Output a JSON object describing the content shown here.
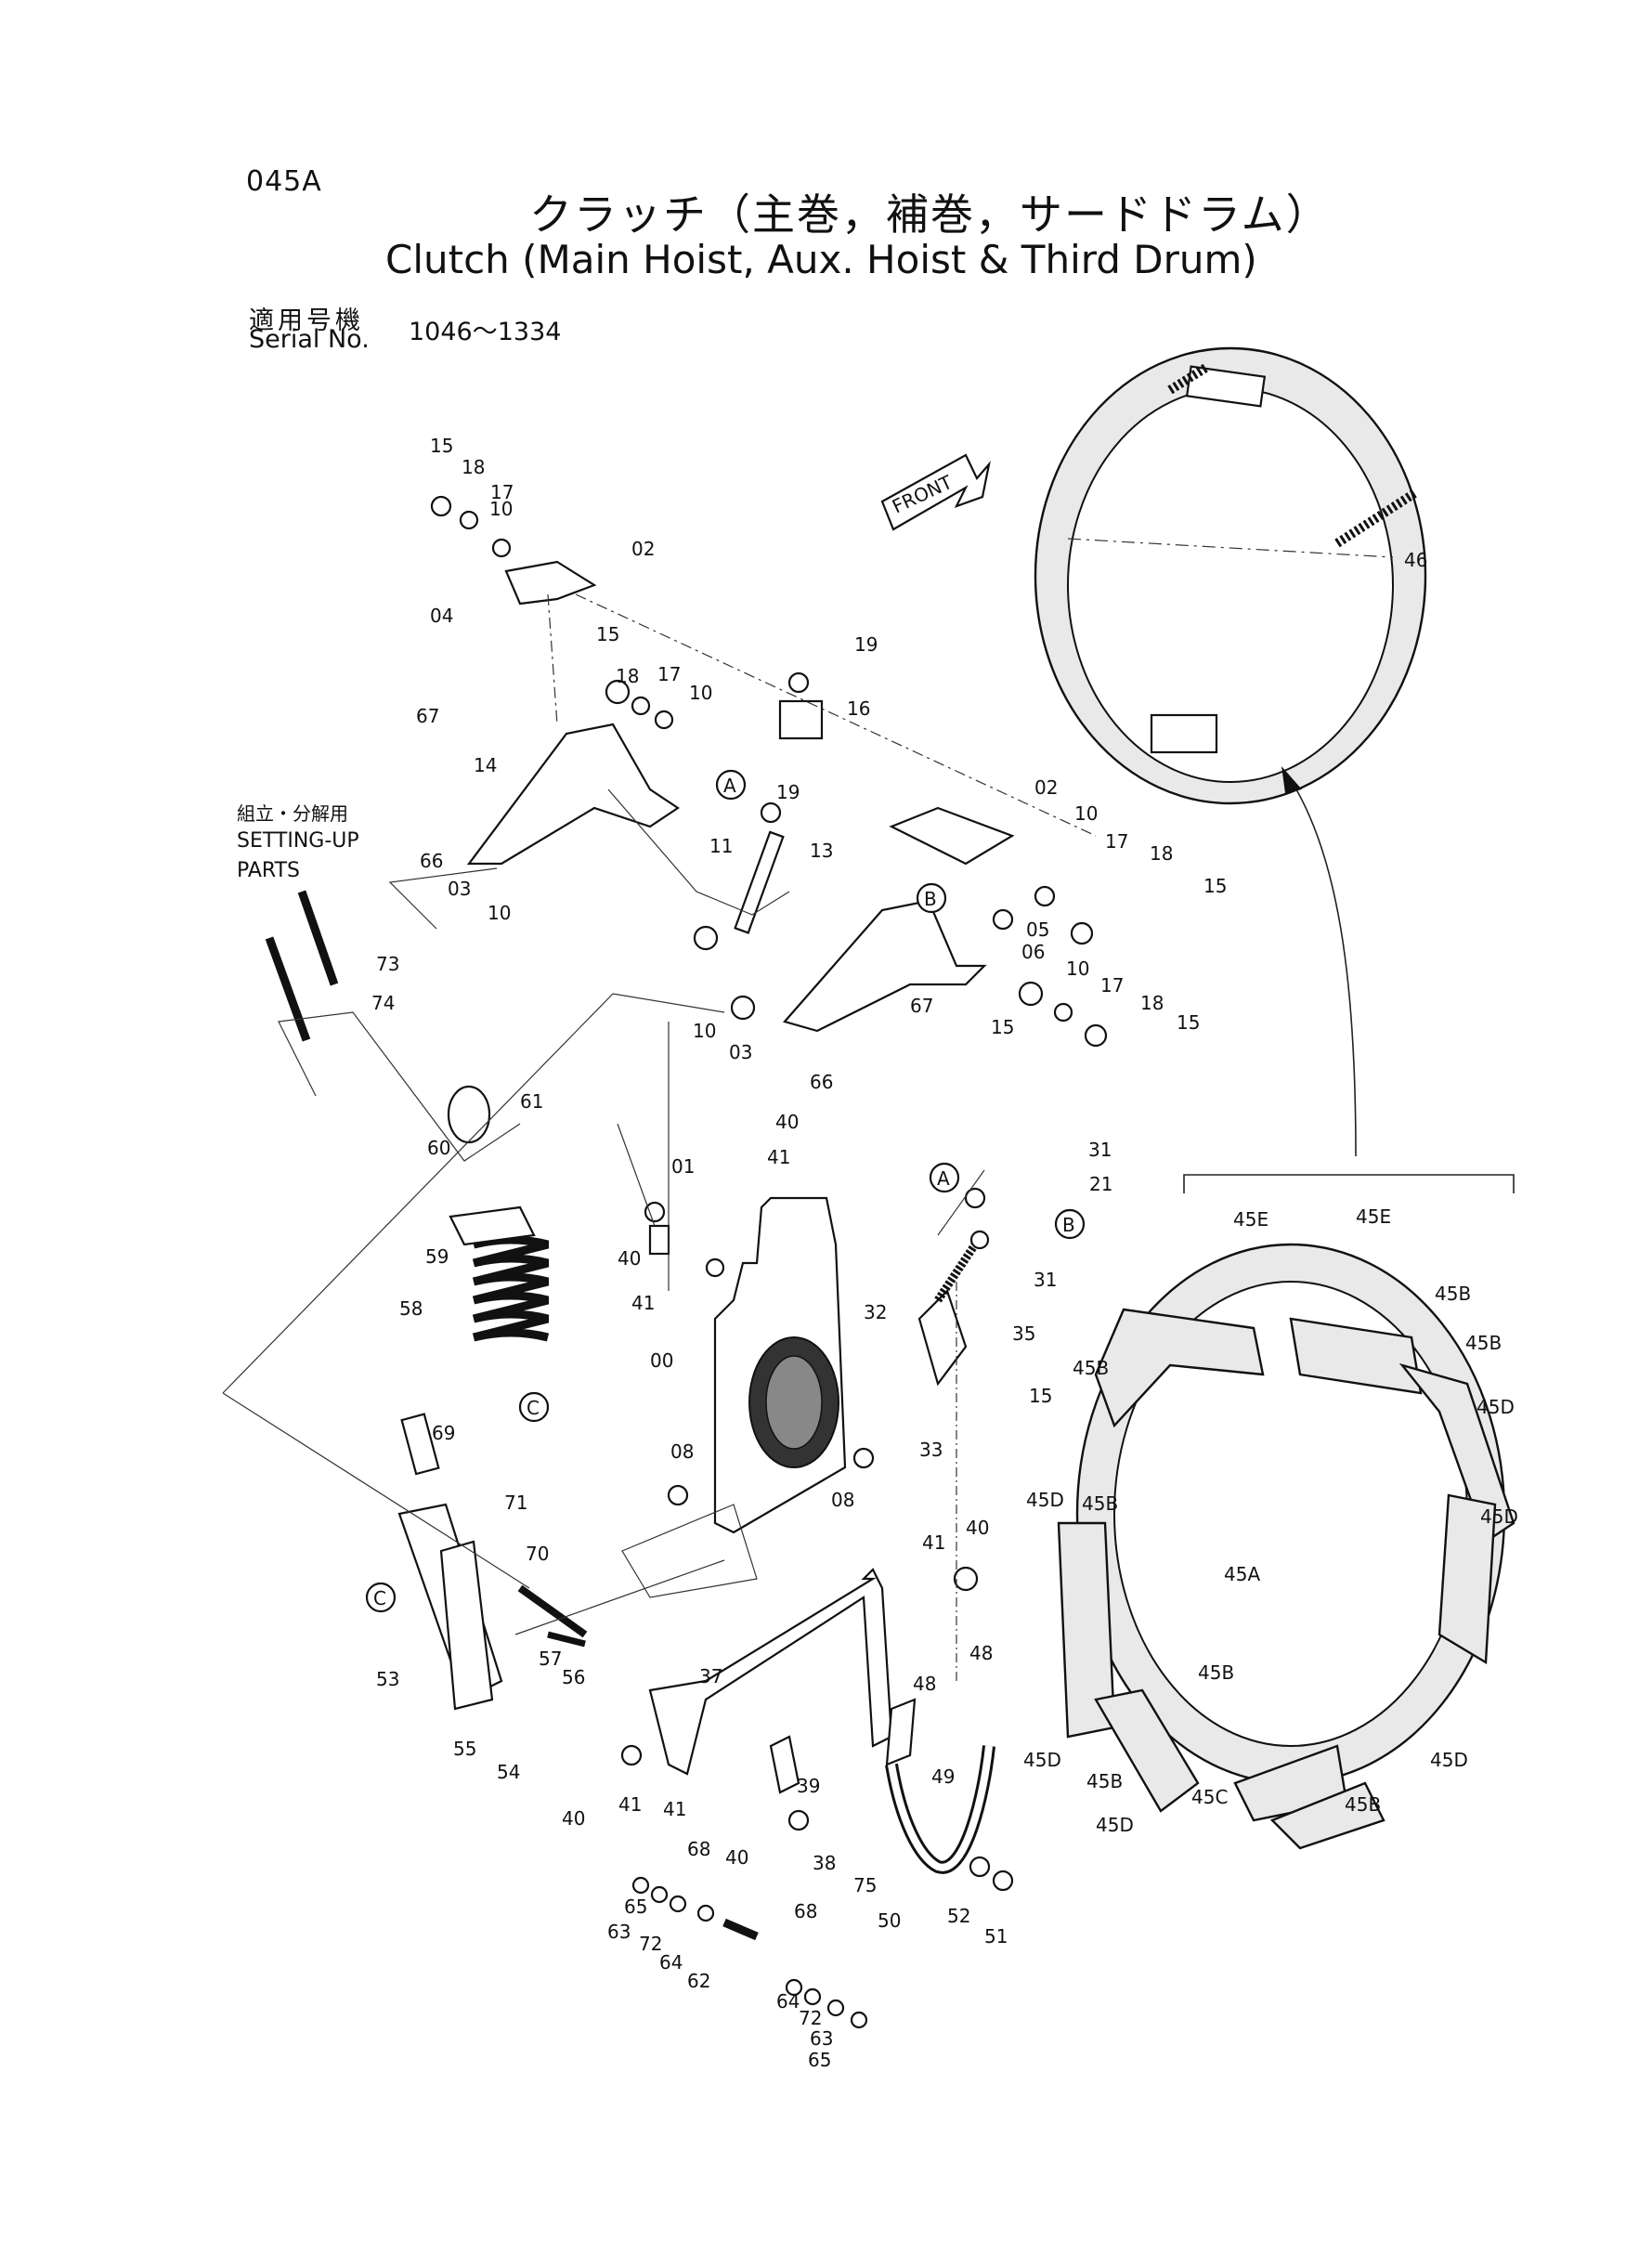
{
  "header": {
    "page_code": "045A",
    "title_jp": "クラッチ（主巻，補巻，サードドラム）",
    "title_en": "Clutch (Main Hoist, Aux. Hoist & Third Drum)",
    "serial_label_jp": "適用号機",
    "serial_label_en": "Serial No.",
    "serial_range": "1046～1334"
  },
  "notes": {
    "setup_jp": "組立・分解用",
    "setup_en_line1": "SETTING-UP",
    "setup_en_line2": "PARTS",
    "front_marker": "FRONT"
  },
  "callouts": [
    "A",
    "B",
    "C"
  ],
  "part_labels": [
    "15",
    "18",
    "17",
    "10",
    "02",
    "04",
    "15",
    "18",
    "17",
    "10",
    "19",
    "16",
    "67",
    "14",
    "A",
    "19",
    "66",
    "03",
    "10",
    "11",
    "13",
    "02",
    "10",
    "17",
    "18",
    "15",
    "05",
    "06",
    "B",
    "10",
    "17",
    "18",
    "15",
    "67",
    "10",
    "03",
    "66",
    "15",
    "73",
    "74",
    "61",
    "60",
    "59",
    "58",
    "C",
    "01",
    "40",
    "41",
    "A",
    "31",
    "21",
    "B",
    "31",
    "40",
    "41",
    "00",
    "32",
    "35",
    "15",
    "33",
    "08",
    "08",
    "69",
    "71",
    "70",
    "C",
    "53",
    "57",
    "56",
    "55",
    "54",
    "40",
    "41",
    "37",
    "41",
    "39",
    "40",
    "38",
    "68",
    "68",
    "65",
    "63",
    "72",
    "64",
    "62",
    "64",
    "72",
    "63",
    "65",
    "48",
    "48",
    "49",
    "75",
    "50",
    "52",
    "51",
    "41",
    "40",
    "46",
    "45E",
    "45E",
    "45B",
    "45B",
    "45B",
    "45D",
    "45D",
    "45B",
    "45A",
    "45D",
    "45B",
    "45D",
    "45B",
    "45C",
    "45D",
    "45B",
    "45D"
  ]
}
